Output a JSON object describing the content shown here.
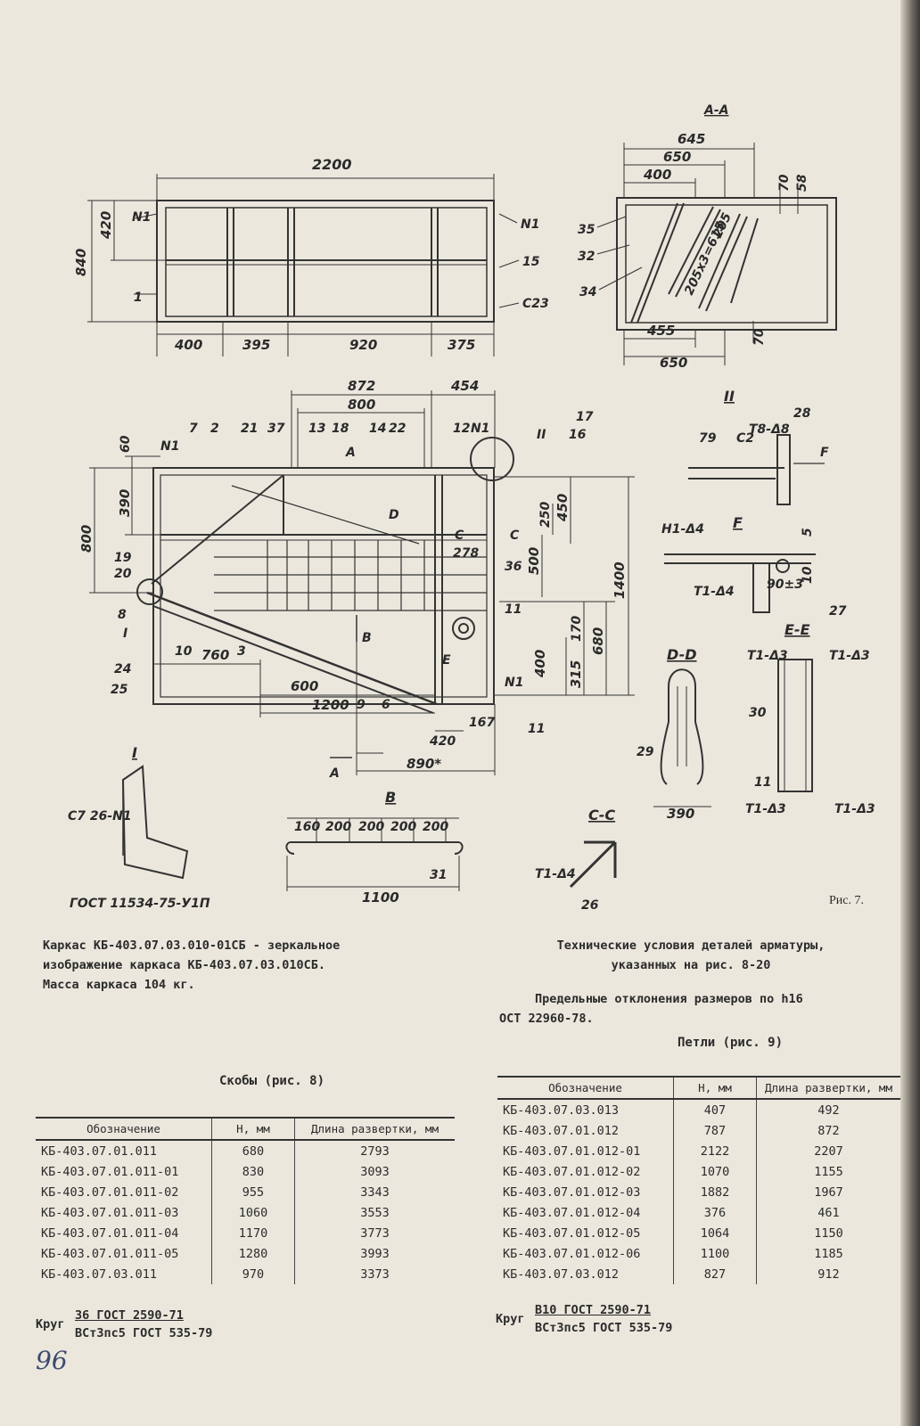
{
  "drawing": {
    "top_frame": {
      "overall_width": "2200",
      "height": "840",
      "sub_height": "420",
      "bays": [
        "400",
        "395",
        "920",
        "375"
      ],
      "marks": {
        "n1_left": "N1",
        "n1_right": "N1",
        "m15": "15",
        "c23": "C23",
        "m1": "1"
      }
    },
    "section_aa": {
      "title": "A-A",
      "dims": [
        "645",
        "650",
        "400",
        "455",
        "650",
        "70",
        "58",
        "70"
      ],
      "marks": [
        "35",
        "32",
        "34"
      ],
      "slope_labels": [
        "205x3=615",
        "205"
      ]
    },
    "main_frame": {
      "dims_top": [
        "872",
        "454",
        "800"
      ],
      "dims_left": [
        "60",
        "390",
        "800"
      ],
      "dims_right": [
        "450",
        "250",
        "500",
        "1400",
        "170",
        "680",
        "400",
        "315"
      ],
      "dims_bottom": [
        "760",
        "600",
        "1200",
        "420",
        "167",
        "890*"
      ],
      "marks": [
        "N1",
        "7",
        "2",
        "21",
        "37",
        "13",
        "18",
        "14",
        "22",
        "12",
        "N1",
        "17",
        "16",
        "II",
        "D",
        "C",
        "C",
        "36",
        "278",
        "19",
        "20",
        "8",
        "I",
        "24",
        "25",
        "10",
        "3",
        "9",
        "6",
        "11",
        "N1",
        "11",
        "B",
        "A",
        "A",
        "E"
      ]
    },
    "detail_ii": {
      "title": "II",
      "marks": [
        "28",
        "T8-Δ8",
        "79",
        "C2",
        "F"
      ]
    },
    "view_f": {
      "title": "F",
      "marks": [
        "H1-Δ4",
        "T1-Δ4",
        "5",
        "10",
        "90±3",
        "27"
      ]
    },
    "section_ee": {
      "title": "E-E",
      "marks": [
        "T1-Δ3",
        "T1-Δ3",
        "30",
        "11",
        "T1-Δ3",
        "T1-Δ3"
      ]
    },
    "section_dd": {
      "title": "D-D",
      "marks": [
        "29"
      ],
      "width": "390"
    },
    "detail_i": {
      "title": "I",
      "marks": [
        "C7 26-N1",
        "ГОСТ 11534-75-У1П"
      ]
    },
    "view_b": {
      "title": "B",
      "dims": [
        "160",
        "200",
        "200",
        "200",
        "200",
        "1100"
      ],
      "mark": "31"
    },
    "section_cc": {
      "title": "C-C",
      "marks": [
        "T1-Δ4",
        "26"
      ]
    }
  },
  "fig_label": "Рис. 7.",
  "caption_left": {
    "line1": "Каркас КБ-403.07.03.010-01СБ - зеркальное",
    "line2": "изображение каркаса КБ-403.07.03.010СБ.",
    "line3": "Масса каркаса 104 кг."
  },
  "caption_right": {
    "line1": "Технические условия деталей арматуры,",
    "line2": "указанных на рис. 8-20"
  },
  "tolerance": {
    "line1": "Предельные отклонения размеров по h16",
    "line2": "ОСТ 22960-78."
  },
  "table_left": {
    "caption": "Скобы (рис. 8)",
    "headers": [
      "Обозначение",
      "Н, мм",
      "Длина развертки, мм"
    ],
    "rows": [
      [
        "КБ-403.07.01.011",
        "680",
        "2793"
      ],
      [
        "КБ-403.07.01.011-01",
        "830",
        "3093"
      ],
      [
        "КБ-403.07.01.011-02",
        "955",
        "3343"
      ],
      [
        "КБ-403.07.01.011-03",
        "1060",
        "3553"
      ],
      [
        "КБ-403.07.01.011-04",
        "1170",
        "3773"
      ],
      [
        "КБ-403.07.01.011-05",
        "1280",
        "3993"
      ],
      [
        "КБ-403.07.03.011",
        "970",
        "3373"
      ]
    ]
  },
  "table_right": {
    "caption": "Петли (рис. 9)",
    "headers": [
      "Обозначение",
      "Н, мм",
      "Длина развертки, мм"
    ],
    "rows": [
      [
        "КБ-403.07.03.013",
        "407",
        "492"
      ],
      [
        "КБ-403.07.01.012",
        "787",
        "872"
      ],
      [
        "КБ-403.07.01.012-01",
        "2122",
        "2207"
      ],
      [
        "КБ-403.07.01.012-02",
        "1070",
        "1155"
      ],
      [
        "КБ-403.07.01.012-03",
        "1882",
        "1967"
      ],
      [
        "КБ-403.07.01.012-04",
        "376",
        "461"
      ],
      [
        "КБ-403.07.01.012-05",
        "1064",
        "1150"
      ],
      [
        "КБ-403.07.01.012-06",
        "1100",
        "1185"
      ],
      [
        "КБ-403.07.03.012",
        "827",
        "912"
      ]
    ]
  },
  "material_left": {
    "prefix": "Круг",
    "line1": "36 ГОСТ 2590-71",
    "line2": "ВСт3пс5 ГОСТ 535-79"
  },
  "material_right": {
    "prefix": "Круг",
    "line1": "В10 ГОСТ 2590-71",
    "line2": "ВСт3пс5 ГОСТ 535-79"
  },
  "page_number": "96"
}
